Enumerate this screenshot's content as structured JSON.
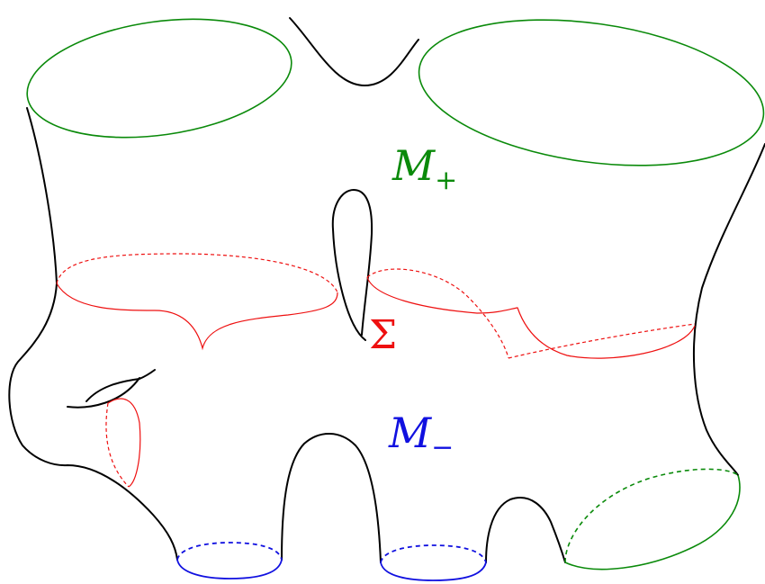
{
  "labels": {
    "m_plus": {
      "main": "M",
      "sub": "+"
    },
    "m_minus": {
      "main": "M",
      "sub": "−"
    },
    "sigma": "Σ"
  },
  "colors": {
    "outline": "#000000",
    "m_plus_boundary": "#0a8a0a",
    "m_minus_boundary": "#1010e0",
    "sigma_surface": "#ee1010"
  }
}
